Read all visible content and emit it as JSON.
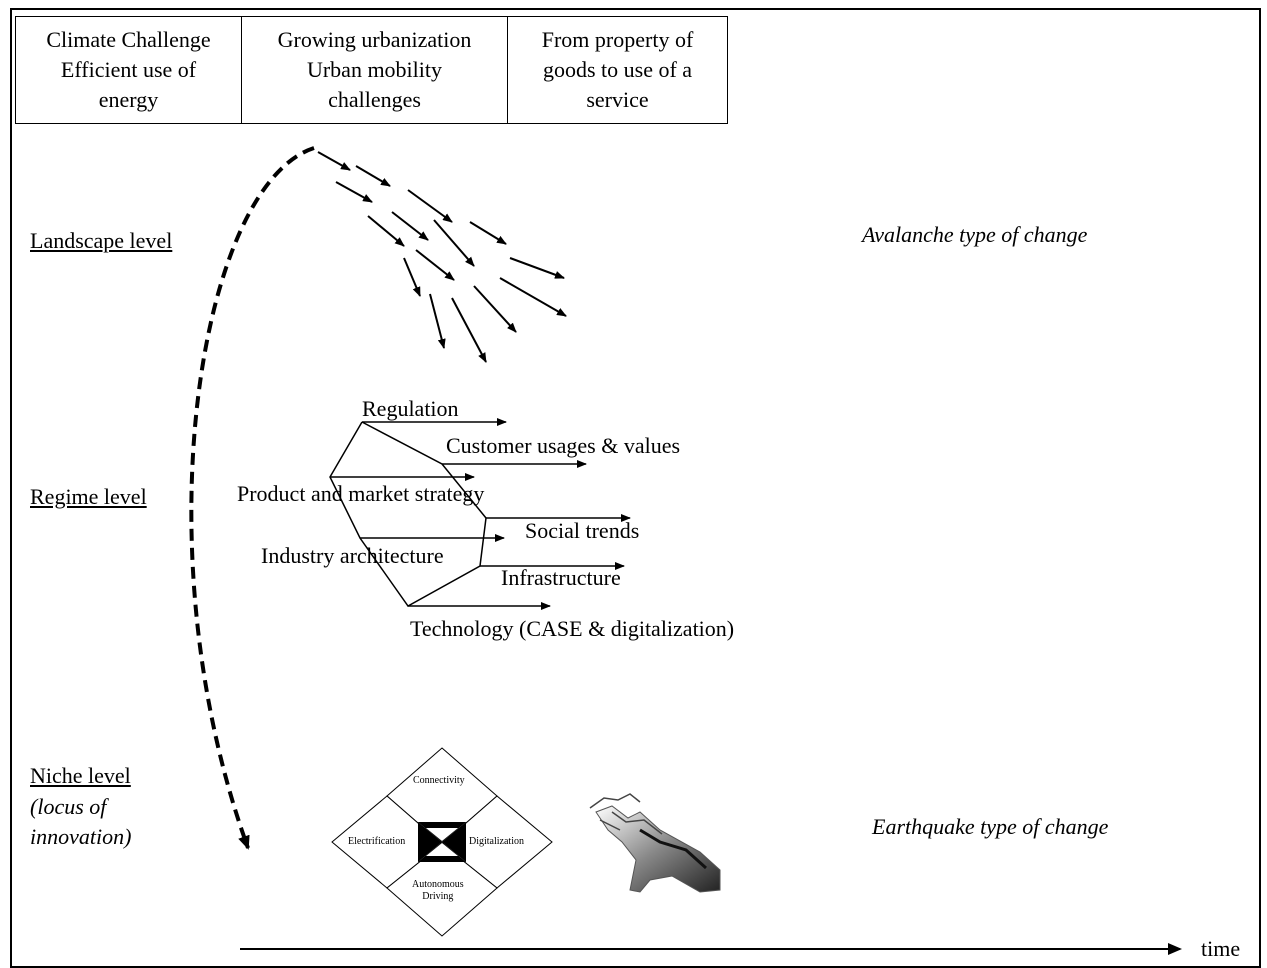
{
  "drivers": [
    "Climate Challenge\nEfficient use of\nenergy",
    "Growing urbanization\nUrban mobility\nchallenges",
    "From property of\ngoods to use of a\nservice"
  ],
  "levels": {
    "landscape": "Landscape level",
    "regime": "Regime level",
    "niche": "Niche level",
    "niche_sub": "(locus of\ninnovation)"
  },
  "change_types": {
    "avalanche": "Avalanche type of change",
    "earthquake": "Earthquake type of change"
  },
  "regime_factors": {
    "regulation": "Regulation",
    "customer": "Customer usages & values",
    "product": "Product and market strategy",
    "social": "Social trends",
    "industry": "Industry architecture",
    "infrastructure": "Infrastructure",
    "technology": "Technology (CASE & digitalization)"
  },
  "case": {
    "connectivity": "Connectivity",
    "electrification": "Electrification",
    "digitalization": "Digitalization",
    "autonomous": "Autonomous\nDriving"
  },
  "axis": {
    "time": "time"
  }
}
